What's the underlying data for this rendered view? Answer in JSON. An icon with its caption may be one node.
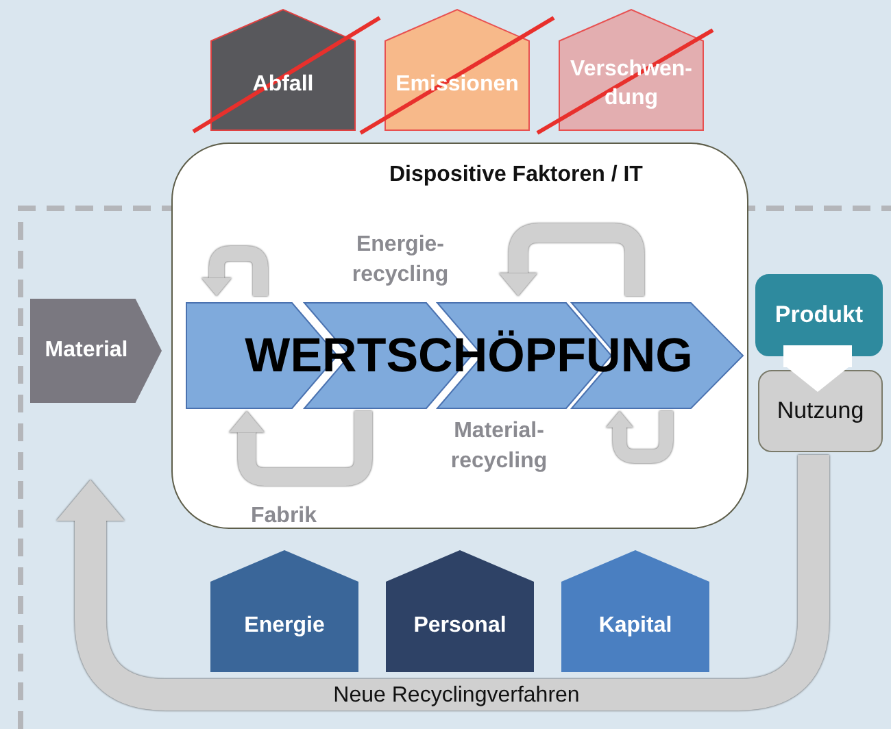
{
  "diagram": {
    "nodes": [
      {
        "text": [
          "Abfall"
        ]
      },
      {
        "text": [
          "Emissionen"
        ]
      },
      {
        "text": [
          "Verschwen-dung"
        ]
      },
      {
        "text": [
          "Dispositive Faktoren / IT",
          "Fabrik"
        ]
      },
      {
        "text": [
          "WERTSCHÖPFUNG"
        ],
        "in": 3
      },
      {
        "text": [
          "Material"
        ]
      },
      {
        "text": [
          "Produkt"
        ]
      },
      {
        "text": [
          "Nutzung"
        ]
      },
      {
        "text": [
          "Energie"
        ]
      },
      {
        "text": [
          "Personal"
        ]
      },
      {
        "text": [
          "Kapital"
        ]
      }
    ],
    "edges": [
      {
        "from": 6,
        "to": 7,
        "arrow": "to",
        "style": "thick",
        "color": "#ffffff"
      },
      {
        "from": 7,
        "to": 3,
        "arrow": "to",
        "label": "Neue Recyclingverfahren"
      },
      {
        "from": 4,
        "to": 4,
        "arrow": "to"
      },
      {
        "from": 4,
        "to": 4,
        "arrow": "to"
      },
      {
        "from": 4,
        "to": 4,
        "arrow": "to"
      },
      {
        "from": 4,
        "to": 4,
        "arrow": "to"
      }
    ],
    "labels": [
      "Energie-recycling",
      "Material-recycling"
    ]
  }
}
